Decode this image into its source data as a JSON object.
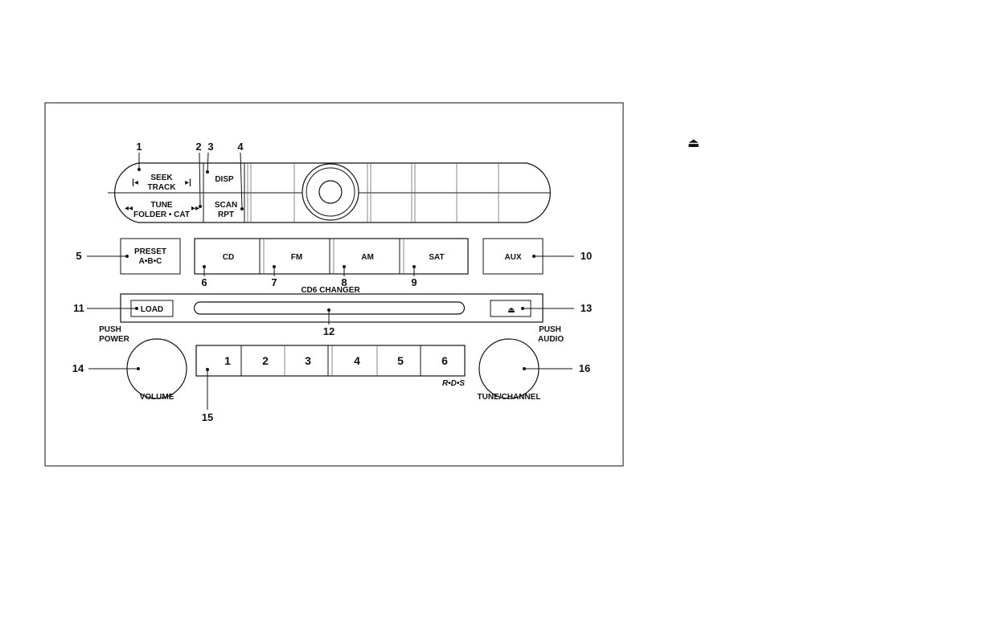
{
  "diagram": {
    "eject_symbol": "⏏",
    "callouts": [
      "1",
      "2",
      "3",
      "4",
      "5",
      "6",
      "7",
      "8",
      "9",
      "10",
      "11",
      "12",
      "13",
      "14",
      "15",
      "16"
    ],
    "top_unit": {
      "seek": "SEEK",
      "track": "TRACK",
      "tune": "TUNE",
      "folder_cat": "FOLDER • CAT",
      "disp": "DISP",
      "scan": "SCAN",
      "rpt": "RPT",
      "prev_icon": "|◂",
      "next_icon": "▸|",
      "rew_icon": "◂◂",
      "ff_icon": "▸▸"
    },
    "preset": {
      "line1": "PRESET",
      "line2": "A•B•C"
    },
    "sources": [
      "CD",
      "FM",
      "AM",
      "SAT"
    ],
    "aux": "AUX",
    "changer_label": "CD6 CHANGER",
    "load": "LOAD",
    "volume": {
      "push": "PUSH",
      "power": "POWER",
      "label": "VOLUME"
    },
    "tune_knob": {
      "push": "PUSH",
      "audio": "AUDIO",
      "label": "TUNE/CHANNEL"
    },
    "preset_buttons": [
      "1",
      "2",
      "3",
      "4",
      "5",
      "6"
    ],
    "rds": "R•D•S"
  }
}
